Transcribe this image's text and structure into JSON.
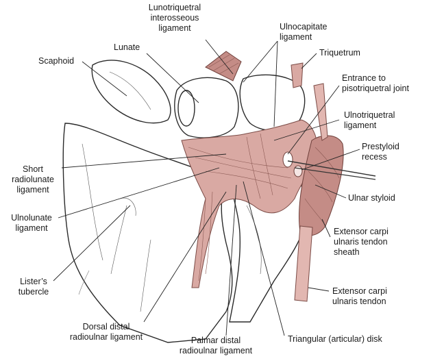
{
  "labels": {
    "lunotriquetral": [
      "Lunotriquetral",
      "interosseous",
      "ligament"
    ],
    "ulnocapitate": [
      "Ulnocapitate",
      "ligament"
    ],
    "triquetrum": [
      "Triquetrum"
    ],
    "lunate": [
      "Lunate"
    ],
    "scaphoid": [
      "Scaphoid"
    ],
    "pisotriquetral": [
      "Entrance to",
      "pisotriquetral joint"
    ],
    "ulnotriquetral": [
      "Ulnotriquetral",
      "ligament"
    ],
    "prestyloid": [
      "Prestyloid",
      "recess"
    ],
    "short_radiolunate": [
      "Short",
      "radiolunate",
      "ligament"
    ],
    "ulnar_styloid": [
      "Ulnar styloid"
    ],
    "ulnolunate": [
      "Ulnolunate",
      "ligament"
    ],
    "ecu_sheath": [
      "Extensor carpi",
      "ulnaris tendon",
      "sheath"
    ],
    "listers": [
      "Lister’s",
      "tubercle"
    ],
    "ecu_tendon": [
      "Extensor carpi",
      "ulnaris tendon"
    ],
    "dorsal_druj": [
      "Dorsal distal",
      "radioulnar ligament"
    ],
    "palmar_druj": [
      "Palmar distal",
      "radioulnar ligament"
    ],
    "tfcc": [
      "Triangular (articular) disk"
    ]
  },
  "colors": {
    "ligament": "#d9a9a3",
    "ligament_dark": "#c48c86",
    "bone_outline": "#2a2a2a"
  }
}
